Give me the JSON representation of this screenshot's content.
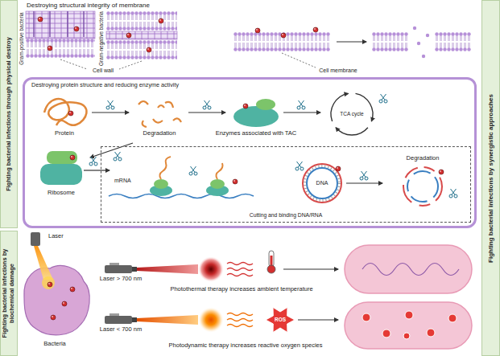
{
  "diagram": {
    "nodes": [
      {
        "text": [
          "Fighting bacterial infections through physical destroy"
        ]
      },
      {
        "text": [
          "Fighting bacterial infections by biochemical damage"
        ]
      },
      {
        "text": [
          "Fighting bacterial infections by synergistic approaches"
        ]
      },
      {
        "text": [
          "Destroying protein structure and reducing enzyme activity"
        ]
      },
      {
        "text": [
          "Cutting and binding DNA/RNA"
        ],
        "in": 3
      }
    ],
    "labels": [
      "Destroying structural integrity of membrane",
      "Gram-positive bacteria",
      "Gram-negative bacteria",
      "Cell wall",
      "Cell membrane",
      "Protein",
      "Degradation",
      "Enzymes associated with TAC",
      "TCA cycle",
      "Ribosome",
      "mRNA",
      "DNA",
      "Degradation",
      "Laser",
      "Bacteria",
      "Laser > 700 nm",
      "Photothermal therapy increases ambient temperature",
      "ROS",
      "Laser < 700 nm",
      "Photodynamic therapy increases reactive oxygen species"
    ]
  }
}
